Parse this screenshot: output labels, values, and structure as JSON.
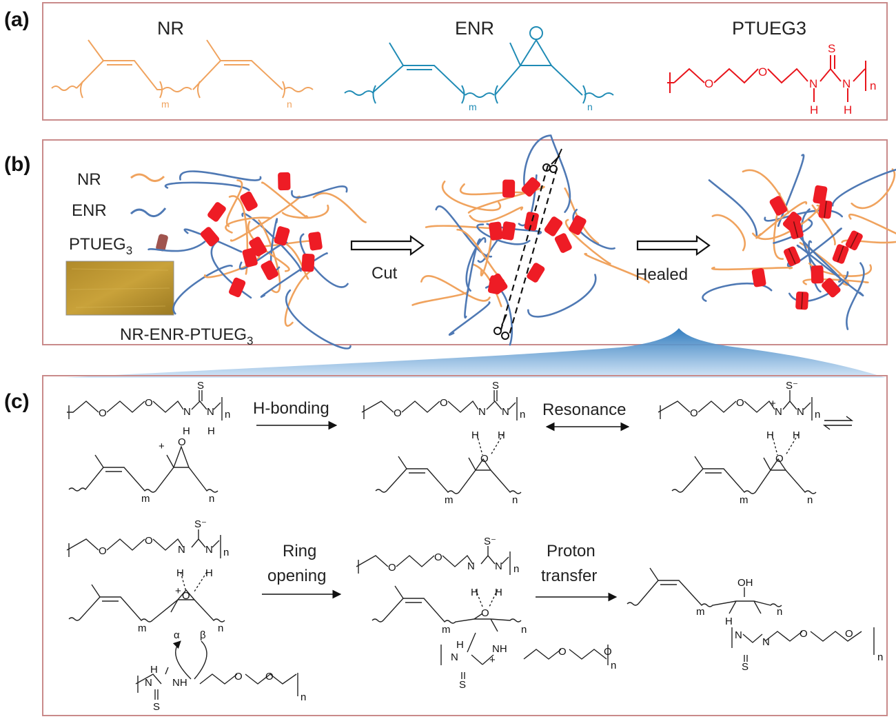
{
  "panels": {
    "a": {
      "label": "(a)",
      "nr_title": "NR",
      "enr_title": "ENR",
      "ptueg_title": "PTUEG3",
      "sub_m": "m",
      "sub_n": "n",
      "atom_o": "O",
      "atom_s": "S",
      "atom_n": "N",
      "atom_h": "H"
    },
    "b": {
      "label": "(b)",
      "legend_nr": "NR",
      "legend_enr": "ENR",
      "legend_ptueg": "PTUEG",
      "legend_ptueg_sub": "3",
      "sample_caption": "NR-ENR-PTUEG",
      "sample_caption_sub": "3",
      "step_cut": "Cut",
      "step_healed": "Healed"
    },
    "c": {
      "label": "(c)",
      "step_hbonding": "H-bonding",
      "step_resonance": "Resonance",
      "step_ring1": "Ring",
      "step_ring2": "opening",
      "step_proton1": "Proton",
      "step_proton2": "transfer",
      "atom_o": "O",
      "atom_s": "S",
      "atom_sminus": "S⁻",
      "atom_n": "N",
      "atom_h": "H",
      "atom_nh": "NH",
      "atom_oh": "OH",
      "atom_plus": "+",
      "atom_alpha": "α",
      "atom_beta": "β",
      "sub_m": "m",
      "sub_n": "n"
    }
  },
  "colors": {
    "nr": "#f0a35e",
    "enr": "#4f79b4",
    "ptueg": "#ee1c25",
    "panel_border": "#c98a8a",
    "enr_chem": "#1f8bb5",
    "nr_chem": "#f0a35e"
  }
}
